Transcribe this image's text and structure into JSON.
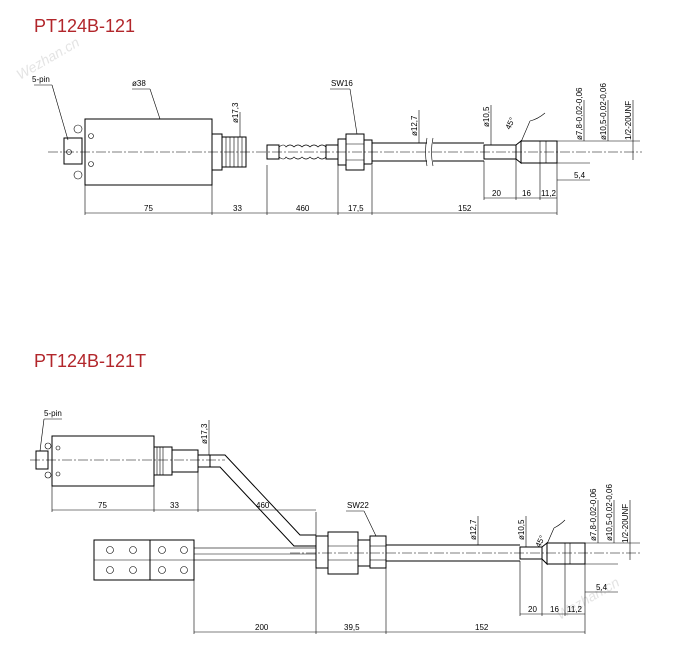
{
  "figure1": {
    "title": "PT124B-121",
    "labels": {
      "pin": "5-pin",
      "body_dia": "ø38",
      "wrench": "SW16",
      "d_collar": "ø17,3",
      "d_stem": "ø12,7",
      "d_tip": "ø10,5",
      "angle": "45°",
      "d_bore": "ø7,8-0,02-0,06",
      "d_bore2": "ø10,5-0,02-0,06",
      "thread": "1/2-20UNF"
    },
    "dims": {
      "body": "75",
      "collar": "33",
      "cable": "460",
      "nut": "17,5",
      "stem": "152",
      "tip20": "20",
      "tip16": "16",
      "tip112": "11,2",
      "tip54": "5,4"
    }
  },
  "figure2": {
    "title": "PT124B-121T",
    "labels": {
      "pin": "5-pin",
      "d_collar": "ø17,3",
      "wrench": "SW22",
      "d_stem": "ø12,7",
      "d_tip": "ø10,5",
      "angle": "45°",
      "d_bore": "ø7,8-0,02-0,06",
      "d_bore2": "ø10,5-0,02-0,06",
      "thread": "1/2-20UNF"
    },
    "dims": {
      "body": "75",
      "collar": "33",
      "cable": "460",
      "flex": "200",
      "nut": "39,5",
      "stem": "152",
      "tip20": "20",
      "tip16": "16",
      "tip112": "11,2",
      "tip54": "5,4"
    }
  },
  "watermark": "Wezhan.cn"
}
